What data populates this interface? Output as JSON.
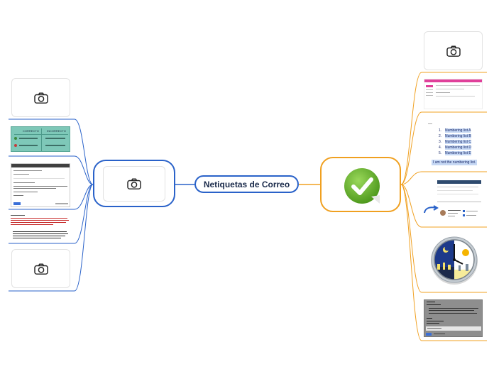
{
  "central_topic": "Netiquetas de Correo",
  "colors": {
    "left_branch": "#2a62c9",
    "right_branch": "#f0a020",
    "central_border": "#2a62c9",
    "check_green": "#6dba2e",
    "table_teal": "#7ec8b8"
  },
  "icons": {
    "placeholder": "camera-icon",
    "main_right": "checkmark-icon"
  },
  "left_thumbs": {
    "table": {
      "col1": "CORRECTO",
      "col2": "INCORRECTO"
    }
  },
  "right_thumbs": {
    "numbering": {
      "items": [
        "Numbering list A",
        "Numbering list B",
        "Numbering list C",
        "Numbering list D",
        "Numbering list E"
      ],
      "footer": "I am not the numbering list."
    }
  }
}
